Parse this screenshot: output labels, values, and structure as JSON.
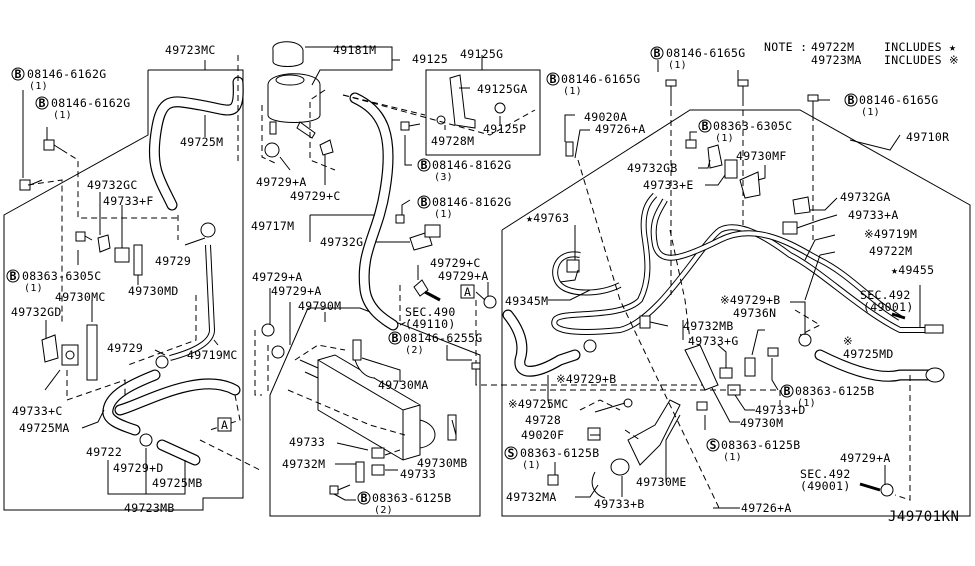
{
  "diagram": {
    "drawing_code": "J49701KN",
    "note": {
      "prefix": "NOTE :",
      "line1_part": "49722M",
      "line1_text": "INCLUDES ★",
      "line2_part": "49723MA",
      "line2_text": "INCLUDES ※"
    },
    "badges": {
      "bolt": "B",
      "screw": "S",
      "ref": "A"
    },
    "labels": {
      "l_49723MC": "49723MC",
      "l_bolt_6162G_a": "08146-6162G",
      "l_bolt_6162G_a_qty": "(1)",
      "l_bolt_6162G_b": "08146-6162G",
      "l_bolt_6162G_b_qty": "(1)",
      "l_49725M": "49725M",
      "l_49732GC": "49732GC",
      "l_49733F": "49733+F",
      "l_49729_a": "49729",
      "l_bolt_6305C_a": "08363-6305C",
      "l_bolt_6305C_a_qty": "(1)",
      "l_49730MD": "49730MD",
      "l_49730MC": "49730MC",
      "l_49732GD": "49732GD",
      "l_49729_b": "49729",
      "l_49719MC": "49719MC",
      "l_49733C": "49733+C",
      "l_49725MA": "49725MA",
      "l_49722": "49722",
      "l_49729D": "49729+D",
      "l_49725MB": "49725MB",
      "l_49723MB": "49723MB",
      "l_49181M": "49181M",
      "l_49125": "49125",
      "l_49125G": "49125G",
      "l_49125GA": "49125GA",
      "l_49125P": "49125P",
      "l_49728M": "49728M",
      "l_bolt_8162G_a": "08146-8162G",
      "l_bolt_8162G_a_qty": "(3)",
      "l_49729A_res": "49729+A",
      "l_49729C_res": "49729+C",
      "l_bolt_8162G_b": "08146-8162G",
      "l_bolt_8162G_b_qty": "(1)",
      "l_49717M": "49717M",
      "l_49732G": "49732G",
      "l_49729C_mid": "49729+C",
      "l_49729A_mid": "49729+A",
      "l_sec490": "SEC.490",
      "l_sec490_sub": "(49110)",
      "l_49729A_l1": "49729+A",
      "l_49729A_l2": "49729+A",
      "l_49790M": "49790M",
      "l_bolt_6255G": "08146-6255G",
      "l_bolt_6255G_qty": "(2)",
      "l_49730MA": "49730MA",
      "l_49733_a": "49733",
      "l_49730MB": "49730MB",
      "l_49732M": "49732M",
      "l_49733_b": "49733",
      "l_bolt_6125B_a": "08363-6125B",
      "l_bolt_6125B_a_qty": "(2)",
      "l_bolt_6165G_a": "08146-6165G",
      "l_bolt_6165G_a_qty": "(1)",
      "l_bolt_6165G_b": "08146-6165G",
      "l_bolt_6165G_b_qty": "(1)",
      "l_bolt_6165G_c": "08146-6165G",
      "l_bolt_6165G_c_qty": "(1)",
      "l_49020A": "49020A",
      "l_49726A_top": "49726+A",
      "l_bolt_6305C_b": "08363-6305C",
      "l_bolt_6305C_b_qty": "(1)",
      "l_49732GB": "49732GB",
      "l_49733E": "49733+E",
      "l_49730MF": "49730MF",
      "l_49710R": "49710R",
      "l_49763": "★49763",
      "l_49732GA": "49732GA",
      "l_49733A": "49733+A",
      "l_49719M": "※49719M",
      "l_49722M": "49722M",
      "l_49455": "★49455",
      "l_sec492_a": "SEC.492",
      "l_sec492_a_sub": "(49001)",
      "l_49345M": "49345M",
      "l_49729B_r": "※49729+B",
      "l_49736N": "49736N",
      "l_49732MB": "49732MB",
      "l_49733G": "49733+G",
      "l_49725MD": "49725MD",
      "l_49725MD_mark": "※",
      "l_49729B_m": "※49729+B",
      "l_49725MC": "※49725MC",
      "l_bolt_6125B_b": "08363-6125B",
      "l_bolt_6125B_b_qty": "(1)",
      "l_49733D": "49733+D",
      "l_49730M": "49730M",
      "l_49728": "49728",
      "l_49020F": "49020F",
      "l_screw_6125B_a": "08363-6125B",
      "l_screw_6125B_a_qty": "(1)",
      "l_screw_6125B_b": "08363-6125B",
      "l_screw_6125B_b_qty": "(1)",
      "l_49730ME": "49730ME",
      "l_49732MA": "49732MA",
      "l_49733B": "49733+B",
      "l_49726A_bot": "49726+A",
      "l_49729A_br": "49729+A",
      "l_sec492_b": "SEC.492",
      "l_sec492_b_sub": "(49001)"
    }
  }
}
